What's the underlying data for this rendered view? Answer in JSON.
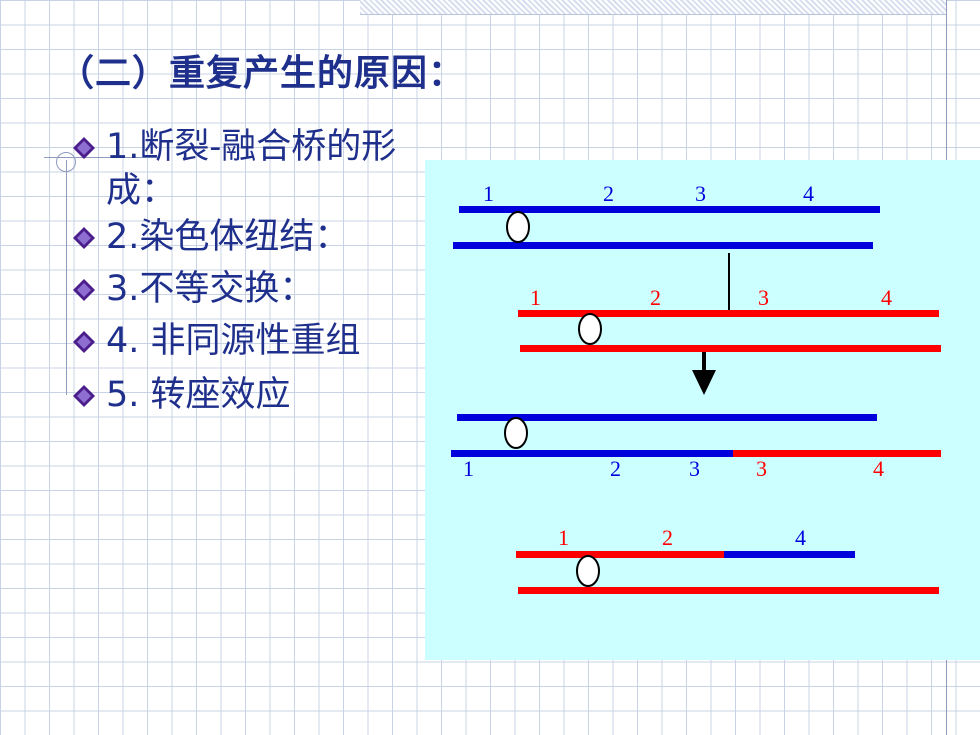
{
  "title": "（二）重复产生的原因：",
  "bullets": [
    {
      "num": "1.",
      "text": "断裂-融合桥的形成："
    },
    {
      "num": "2.",
      "text": "染色体纽结："
    },
    {
      "num": "3.",
      "text": "不等交换："
    },
    {
      "num": "4.",
      "text": " 非同源性重组"
    },
    {
      "num": "5.",
      "text": " 转座效应"
    }
  ],
  "colors": {
    "title_text": "#1f2f8c",
    "blue_chromatid": "#0000dd",
    "red_chromatid": "#ff0000",
    "panel_background": "#ccffff",
    "bullet_marker": "#4a1f8c"
  },
  "diagram": {
    "row1_labels": [
      "1",
      "2",
      "3",
      "4"
    ],
    "row2_labels": [
      "1",
      "2",
      "3",
      "4"
    ],
    "row3_labels": [
      "1",
      "2",
      "3"
    ],
    "row3_red_labels": [
      "3",
      "4"
    ],
    "row4_red_labels": [
      "1",
      "2"
    ],
    "row4_blue_labels": [
      "4"
    ],
    "arrow": "down-arrow"
  }
}
